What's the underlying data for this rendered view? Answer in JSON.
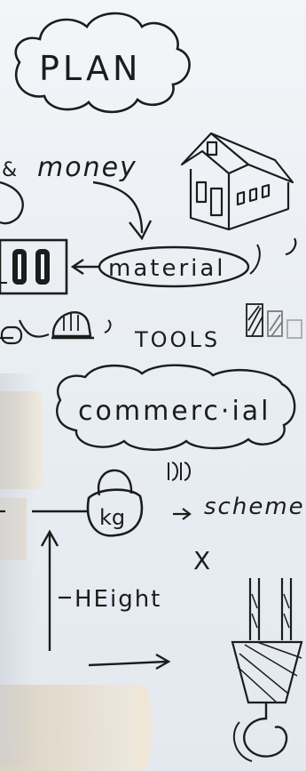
{
  "photo": {
    "subject": "hand-drawn construction planning sketch on whiteboard",
    "words": {
      "plan": "PLAN",
      "money": "money",
      "money_prefix": "&",
      "material": "material",
      "tools": "TOOLS",
      "commercial": "commerc·ial",
      "kg": "kg",
      "scheme": "scheme",
      "height": "HEight",
      "x_mark": "X"
    },
    "colors": {
      "ink": "#1c1c1c",
      "board": "#eef2f6",
      "wood": "#e8ddcc",
      "shade": "#cfd6de"
    }
  }
}
